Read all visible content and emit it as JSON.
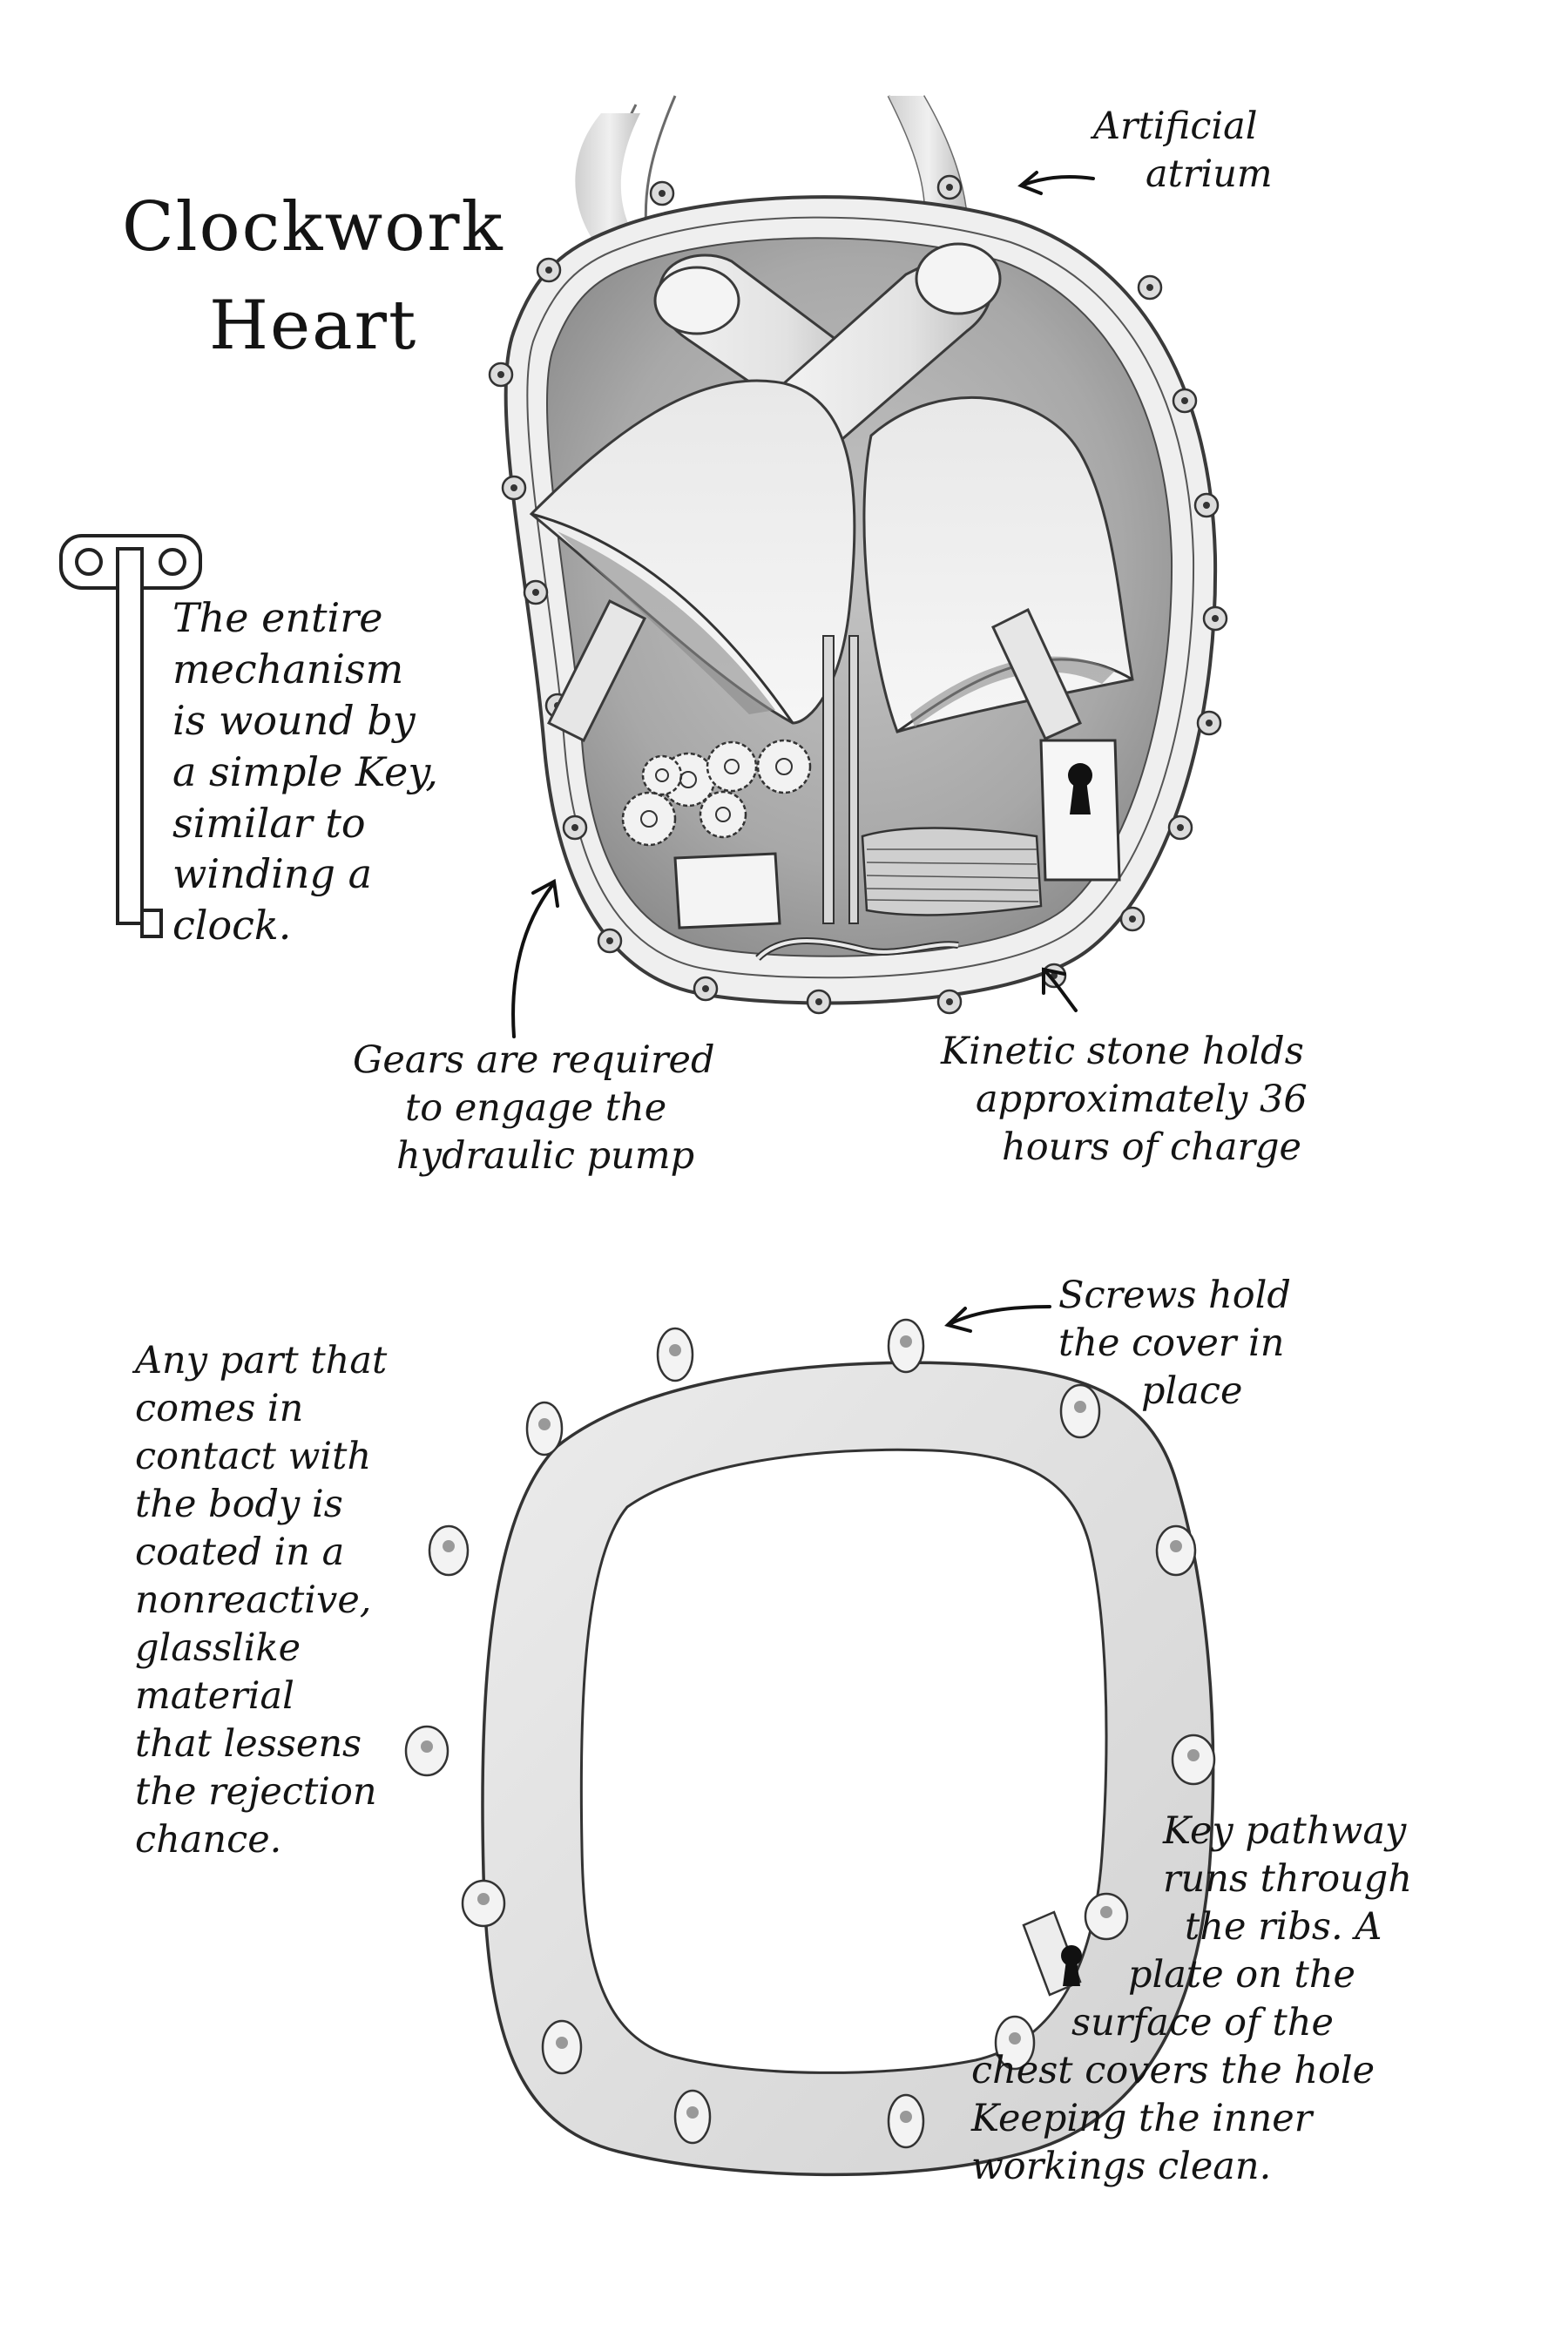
{
  "title": {
    "line1": "Clockwork",
    "line2": "Heart"
  },
  "annotations": {
    "artificial_atrium": {
      "lines": [
        "Artificial",
        "atrium"
      ]
    },
    "key_winding": {
      "lines": [
        "The entire",
        "mechanism",
        "is wound by",
        "a simple Key,",
        "similar to",
        "winding a",
        "clock."
      ]
    },
    "gears": {
      "lines": [
        "Gears are required",
        "to engage the",
        "hydraulic pump"
      ]
    },
    "kinetic_stone": {
      "lines": [
        "Kinetic stone holds",
        "approximately 36",
        "hours of charge"
      ]
    },
    "screws": {
      "lines": [
        "Screws hold",
        "the cover in",
        "place"
      ]
    },
    "coating": {
      "lines": [
        "Any part that",
        "comes in",
        "contact with",
        "the body is",
        "coated in a",
        "nonreactive,",
        "glasslike",
        "material",
        "that lessens",
        "the rejection",
        "chance."
      ]
    },
    "key_pathway": {
      "lines": [
        "Key pathway",
        "runs through",
        "the ribs. A",
        "plate on the",
        "surface of the",
        "chest covers the hole",
        "Keeping the inner",
        "workings clean."
      ]
    }
  },
  "colors": {
    "ink": "#1a1a1a",
    "pencil": "#555555",
    "shade": "#9a9a9a",
    "light": "#d8d8d8"
  }
}
